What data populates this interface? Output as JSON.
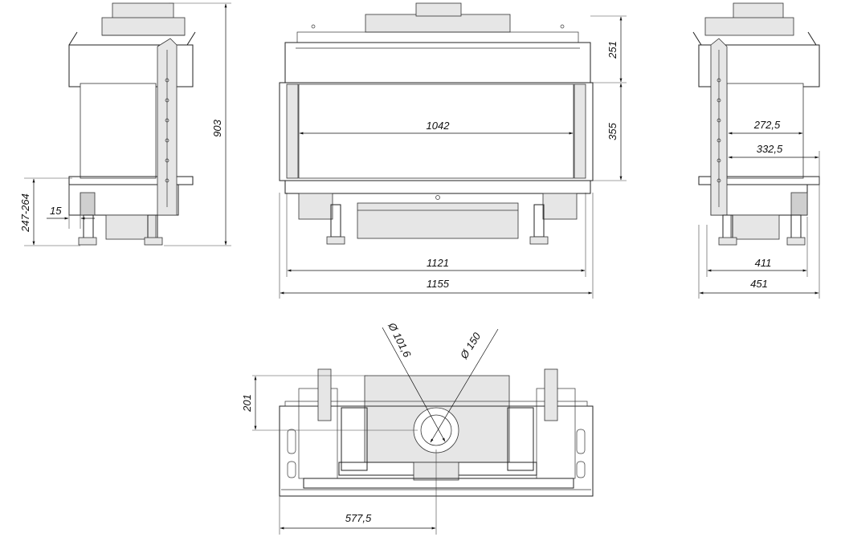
{
  "dimensions": {
    "overall_height": "903",
    "leg_range": "247-264",
    "side_offset": "15",
    "top_section": "251",
    "glass_height": "355",
    "glass_width": "1042",
    "inner_width": "1121",
    "outer_width": "1155",
    "side_depth_a": "272,5",
    "side_depth_b": "332,5",
    "side_width_a": "411",
    "side_width_b": "451",
    "flue_inner": "Ø 101,6",
    "flue_outer": "Ø 150",
    "top_depth": "201",
    "flue_offset": "577,5"
  }
}
